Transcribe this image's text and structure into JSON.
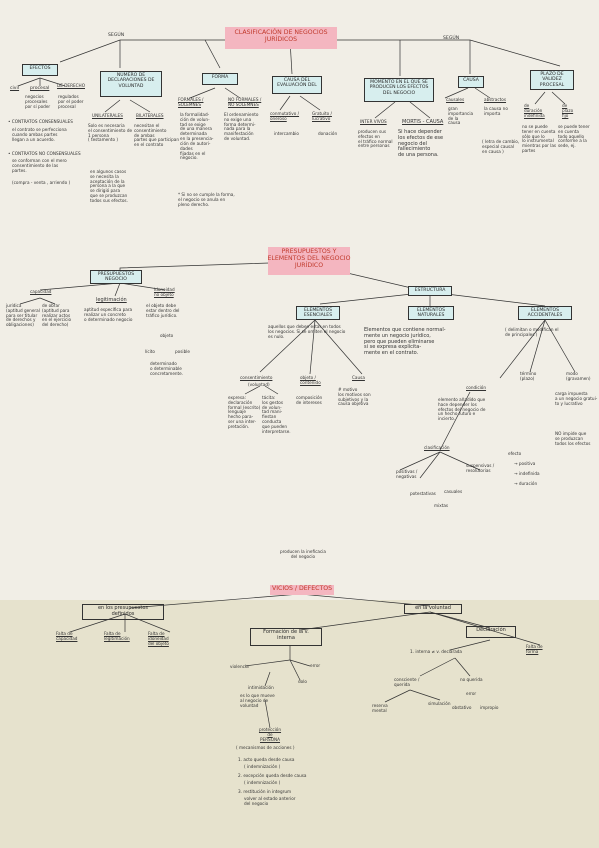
{
  "titles": {
    "main": "CLASIFICACIÓN DE NEGOCIOS\nJURÍDICOS",
    "second": "PRESUPUESTOS Y\nELEMENTOS DEL NEGOCIO\nJURÍDICO",
    "third": "VICIOS / DEFECTOS"
  },
  "top": {
    "segun_left": "SEGÚN",
    "segun_right": "SEGÚN",
    "efectos": "EFECTOS",
    "civil": "civil",
    "procesal": "procesal",
    "de_derecho": "DE DERECHO",
    "de_derecho_desc": "negocios\nprocesales\npor sí poder",
    "de_derecho_desc2": "regulados\npor el poder\nprocesal",
    "contratos": "• CONTRATOS CONSENSUALES",
    "contratos_desc": "el contrato se perfecciona\ncuando ambas partes\nllegan a un acuerdo.",
    "reales": "• CONTRATOS NO CONSENSUALES",
    "reales_desc": "se conforman con el mero\nconsentimiento de las\npartes.",
    "reales_ex": "(compra - venta , arriendo )",
    "num_decl": "NÚMERO DE\nDECLARACIONES DE\nVOLUNTAD",
    "unilaterales": "UNILATERALES",
    "unilaterales_desc": "Solo es necesaria\nel consentimiento de\n1 persona\n( testamento )",
    "bilaterales": "BILATERALES",
    "bilaterales_desc": "necesitan el\nconsentimiento\nde ambas\npartes que participan\nen el contrato",
    "unilat_extra": "en algunos casos\nse necesita la\naceptación de la\npersona a la que\nse dirigió para\nque se produzcan\ntodos sus efectos.",
    "forma": "FORMA",
    "formales": "FORMALES /\nSOLEMNES",
    "formales_desc": "la formalidad-\nción de volun-\ntad se exige\nde una manera\ndeterminada\nen la presencia-\nción de autori-\ndades\nfijadas en el\nnegocio.",
    "no_formales": "NO FORMALES /\nNO SOLEMNES",
    "no_formales_desc": "El ordenamiento\nno exige una\nforma determi-\nnada para la\nmanifestación\nde voluntad.",
    "forma_note": "* Si no se cumple la forma,\nel negocio se anula en\npleno derecho.",
    "causa_eval": "CAUSA DEL\nEVALUACIÓN DEL",
    "conmutativo": "conmutativo /\noneroso",
    "gratuito": "Gratuito /\nlucrativo",
    "conmutativo_desc": "intercambio",
    "gratuito_desc": "donación",
    "momento": "MOMENTO EN EL QUE SE\nPRODUCEN LOS EFECTOS\nDEL NEGOCIO",
    "inter_vivos": "INTER VIVOS",
    "inter_vivos_desc": "producen sus\nefectos en\nel tráfico normal\nentre personas",
    "mortis": "MORTIS - CAUSA",
    "mortis_desc": "Si hace depender\nlos efectos de ese\nnegocio del\nfallecimiento\nde una persona.",
    "causa": "CAUSA",
    "causales": "causales",
    "abstractos": "abstractos",
    "causales_desc": "gran\nimportancia\nde la\ncausa",
    "abstractos_desc": "la causa no\nimporta",
    "abstractos_desc2": "( letra de cambio,\nespecial causal\nen causa )",
    "plazo": "PLAZO DE VALIDEZ\nPROCESAL",
    "de_duracion": "de\nduración\nindefinida",
    "de_duracion_desc": "no se puede\ntener en cuenta\nsólo que lo\nlo instrumental\nmientras por las\npartes",
    "de_plazo": "de\nplazo\nfijo",
    "de_plazo_desc": "se puede tener\nen cuenta\ntodo aquello\nconforme a la\nsede, ej."
  },
  "middle": {
    "presupuestos": "PRESUPUESTOS\nNEGOCIO",
    "capacidad": "capacidad",
    "capacidad_desc": "jurídica\n(aptitud general\npara ser titular\nde derechos y\nobligaciones)",
    "capacidad_desc2": "de obrar\n(aptitud para\nrealizar actos\nen el ejercicio\ndel derecho)",
    "legitimacion": "legitimación",
    "legitimacion_desc": "aptitud específica para\nrealizar un concreto\no determinado negocio",
    "idoneidad": "idoneidad\nno objeto",
    "idoneidad_desc": "el objeto debe\nestar dentro del\ntráfico jurídico.",
    "objeto": "objeto",
    "licito": "lícito",
    "posible": "posible",
    "determinado": "determinado\no determinable\nconcretamente.",
    "esenciales": "ELEMENTOS\nESENCIALES",
    "esenciales_desc": "aquellos que deben estar en todos\nlos negocios. Si se omiten el negocio\nes nulo.",
    "consentimiento": "consentimiento",
    "consentimiento_sub": "(voluntad)",
    "expresa": "expresa:\ndeclaración\nformal (escrito)\nlenguaje\nhecho para-\nser una inter-\npretación.",
    "tacita": "tácita:\nlos gestos\nde volun-\ntad mani-\nfiestan\nconducta\nque pueden\ninterpretarse.",
    "objeto2": "objeto /\ncontenido",
    "objeto2_desc": "composición\nde intereses",
    "causa2": "Causa",
    "causa2_desc": "# motivo\nlos motivos son\nsubjetivos y la\ncausa objetiva",
    "estructura": "ESTRUCTURA",
    "naturales": "ELEMENTOS\nNATURALES",
    "naturales_desc": "Elementos que contiene normal-\nmente un negocio jurídico,\npero que pueden eliminarse\nsi se expresa explícita-\nmente en el contrato.",
    "accidentales": "ELEMENTOS\nACCIDENTALES",
    "accidentales_desc": "( delimitan o modifican el\nde principales )",
    "condicion": "condición",
    "condicion_desc": "elemento añadido que\nhace depender los\nefectos del negocio de\nun hecho futuro e\nincierto.",
    "clasificacion": "clasificación",
    "positiva": "positivas /\nnegativas",
    "suspensiva": "suspensivas /\nresolutorias",
    "potestativa": "potestativas",
    "casuales": "casuales",
    "mixtas": "mixtas",
    "termino": "término\n(plazo)",
    "modo": "modo\n(gravamen)",
    "modo_desc": "carga impuesta\na un negocio gratui-\nto y lucrativo",
    "no_impide": "NO impide que\nse produzcan\ntodos los efectos",
    "term_a": "→ positiva",
    "term_b": "→ indefinida",
    "term_c": "→ duración",
    "efecto": "efecto"
  },
  "bottom": {
    "producen": "producen la ineficacia\ndel negocio",
    "requisitos": "en los presupuestos\ndefinidos",
    "falta_cap": "Falta de\ncapacidad",
    "falta_leg": "Falta de\nlegitimación",
    "falta_idon": "Falta de\nidoneidad\ndel objeto",
    "en_voluntad": "en la voluntad",
    "formacion": "Formación de la v.\ninterna",
    "declaracion": "Declaración",
    "falta_forma": "Falta de\nforma",
    "violencia": "violencia",
    "error": "error",
    "dolo": "dolo",
    "intimidacion": "intimidación",
    "intimidacion_desc": "es lo que mueve\nal negocio de\nvoluntad",
    "proteccion": "protección\nde\nPERSONA",
    "proteccion_sub": "( mecanismos de acciones )",
    "item1": "1. acto queda desde causa",
    "item1_desc": "( indemnización )",
    "item2": "2. excepción queda desde causa",
    "item2_desc": "( indemnización )",
    "item3": "3. restitución in integrum",
    "item3_desc": "volver al estado anterior\ndel negocio",
    "interna": "1. interna ≠ v. declarada",
    "consciente": "consciente /\nquerida",
    "no_querida": "no querida",
    "reserva": "reserva\nmental",
    "simulacion": "simulación",
    "error2": "error",
    "obstativo": "obstativo",
    "impropio": "impropio"
  }
}
